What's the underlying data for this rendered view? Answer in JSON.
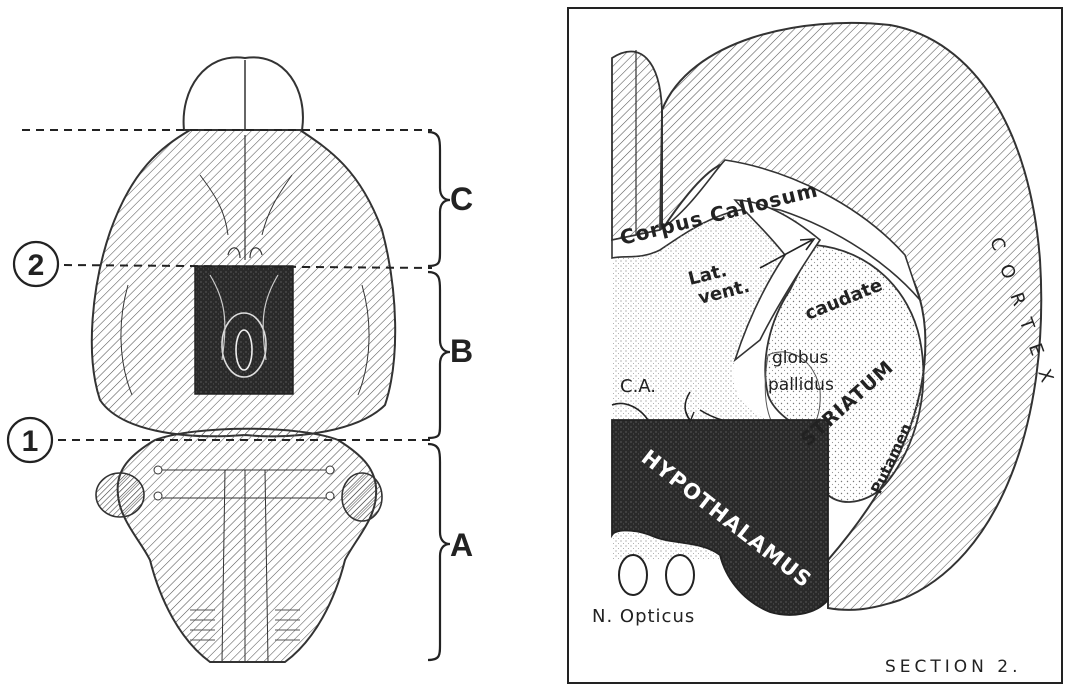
{
  "left_panel": {
    "cut_labels": {
      "cut_upper": "2",
      "cut_lower": "1"
    },
    "region_labels": {
      "upper": "C",
      "middle": "B",
      "lower": "A"
    }
  },
  "right_panel": {
    "section_label": "SECTION 2.",
    "structures": {
      "corpus_callosum": "Corpus Callosum",
      "lateral_ventricle_line1": "Lat.",
      "lateral_ventricle_line2": "vent.",
      "caudate": "caudate",
      "globus_pallidus_line1": "globus",
      "globus_pallidus_line2": "pallidus",
      "striatum": "STRIATUM",
      "putamen": "Putamen",
      "cortex": "CORTEX",
      "commissura_anterior": "C.A.",
      "hypothalamus": "HYPOTHALAMUS",
      "nervus_opticus": "N. Opticus"
    }
  }
}
